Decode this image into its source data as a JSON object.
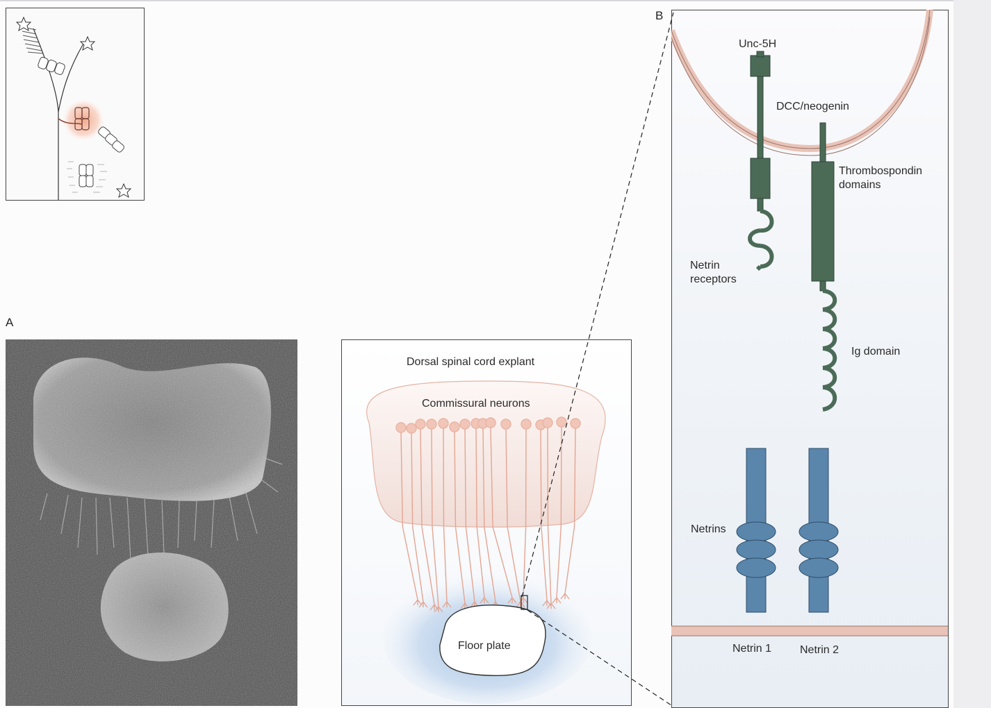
{
  "panels": {
    "a_letter": "A",
    "b_letter": "B"
  },
  "middle": {
    "title": "Dorsal spinal cord explant",
    "neurons_label": "Commissural neurons",
    "floor_plate_label": "Floor plate"
  },
  "receptors": {
    "unc5h": "Unc-5H",
    "dcc": "DCC/neogenin",
    "thrombospondin": "Thrombospondin domains",
    "thrombospondin_line1": "Thrombospondin",
    "thrombospondin_line2": "domains",
    "netrin_receptors": "Netrin receptors",
    "netrin_receptors_line1": "Netrin",
    "netrin_receptors_line2": "receptors",
    "ig_domain": "Ig domain"
  },
  "ligands": {
    "netrins": "Netrins",
    "netrin1": "Netrin 1",
    "netrin2": "Netrin 2"
  },
  "colors": {
    "membrane": "#e9c3b7",
    "receptor": "#4b6b57",
    "netrin": "#5a86ac",
    "neuron": "#e8b4a3",
    "floorplate_glow": "#a9c6e3"
  }
}
